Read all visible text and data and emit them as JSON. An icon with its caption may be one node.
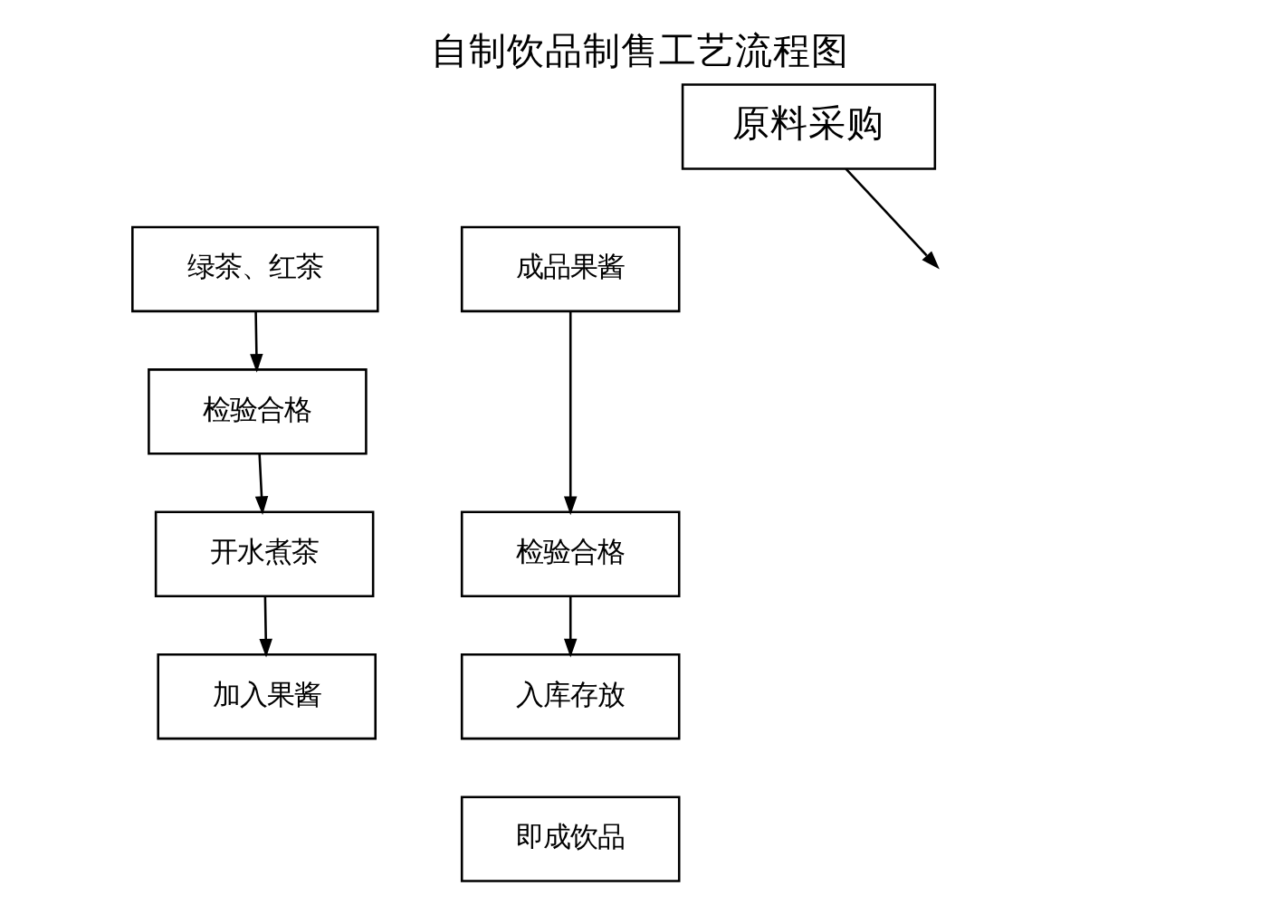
{
  "diagram": {
    "title": "自制饮品制售工艺流程图",
    "nodes": [
      {
        "text": [
          "原料采购"
        ]
      },
      {
        "text": [
          "绿茶、红茶"
        ]
      },
      {
        "text": [
          "检验合格"
        ]
      },
      {
        "text": [
          "开水煮茶"
        ]
      },
      {
        "text": [
          "加入果酱"
        ]
      },
      {
        "text": [
          "成品果酱"
        ]
      },
      {
        "text": [
          "检验合格"
        ]
      },
      {
        "text": [
          "入库存放"
        ]
      },
      {
        "text": [
          "即成饮品"
        ]
      }
    ],
    "edges": [
      {
        "from": 0,
        "to": null,
        "arrow": "to"
      },
      {
        "from": 1,
        "to": 2,
        "arrow": "to"
      },
      {
        "from": 2,
        "to": 3,
        "arrow": "to"
      },
      {
        "from": 3,
        "to": 4,
        "arrow": "to"
      },
      {
        "from": 5,
        "to": 6,
        "arrow": "to"
      },
      {
        "from": 6,
        "to": 7,
        "arrow": "to"
      }
    ]
  }
}
